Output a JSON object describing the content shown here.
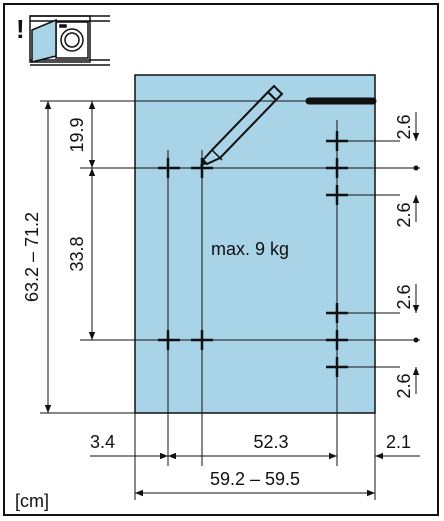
{
  "warning_mark": "!",
  "appliance_icon": "washing-machine-door-icon",
  "pencil_icon": "pencil-icon",
  "panel_color": "#a9d3e6",
  "load_note": "max. 9 kg",
  "unit": "[cm]",
  "dimensions": {
    "overall_height": "63.2 – 71.2",
    "top_offset": "19.9",
    "hinge_spacing": "33.8",
    "left_margin": "3.4",
    "hinge_to_hinge_width": "52.3",
    "right_margin": "2.1",
    "overall_width": "59.2 – 59.5",
    "upper_gap_top": "2.6",
    "upper_gap_bottom": "2.6",
    "lower_gap_top": "2.6",
    "lower_gap_bottom": "2.6"
  }
}
